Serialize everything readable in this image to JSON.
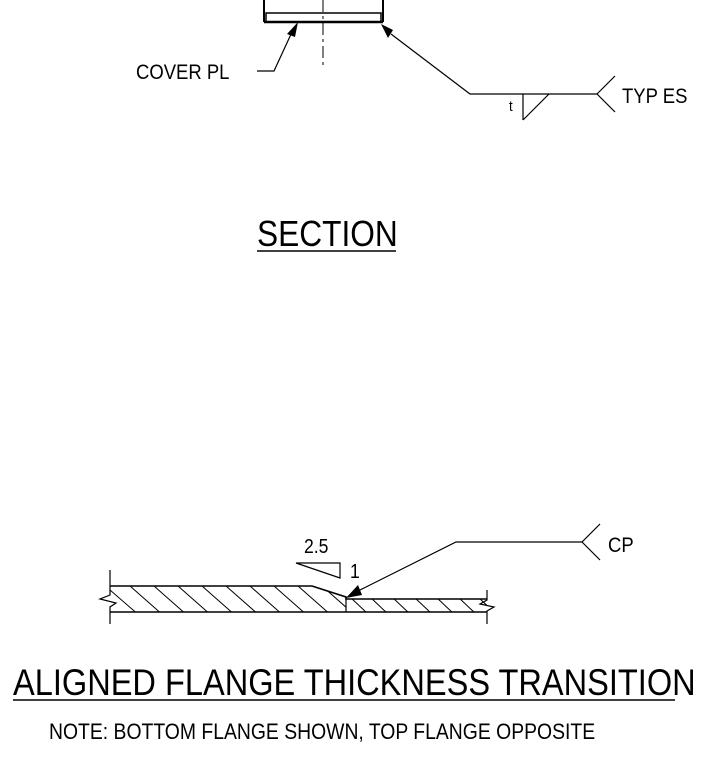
{
  "section_detail": {
    "cover_pl_label": "COVER PL",
    "weld_size_label": "t",
    "typ_es_label": "TYP ES",
    "title": "SECTION"
  },
  "transition_detail": {
    "slope_run_label": "2.5",
    "slope_rise_label": "1",
    "cp_label": "CP",
    "title": "ALIGNED FLANGE THICKNESS TRANSITION",
    "note": "NOTE: BOTTOM FLANGE SHOWN, TOP FLANGE OPPOSITE"
  }
}
